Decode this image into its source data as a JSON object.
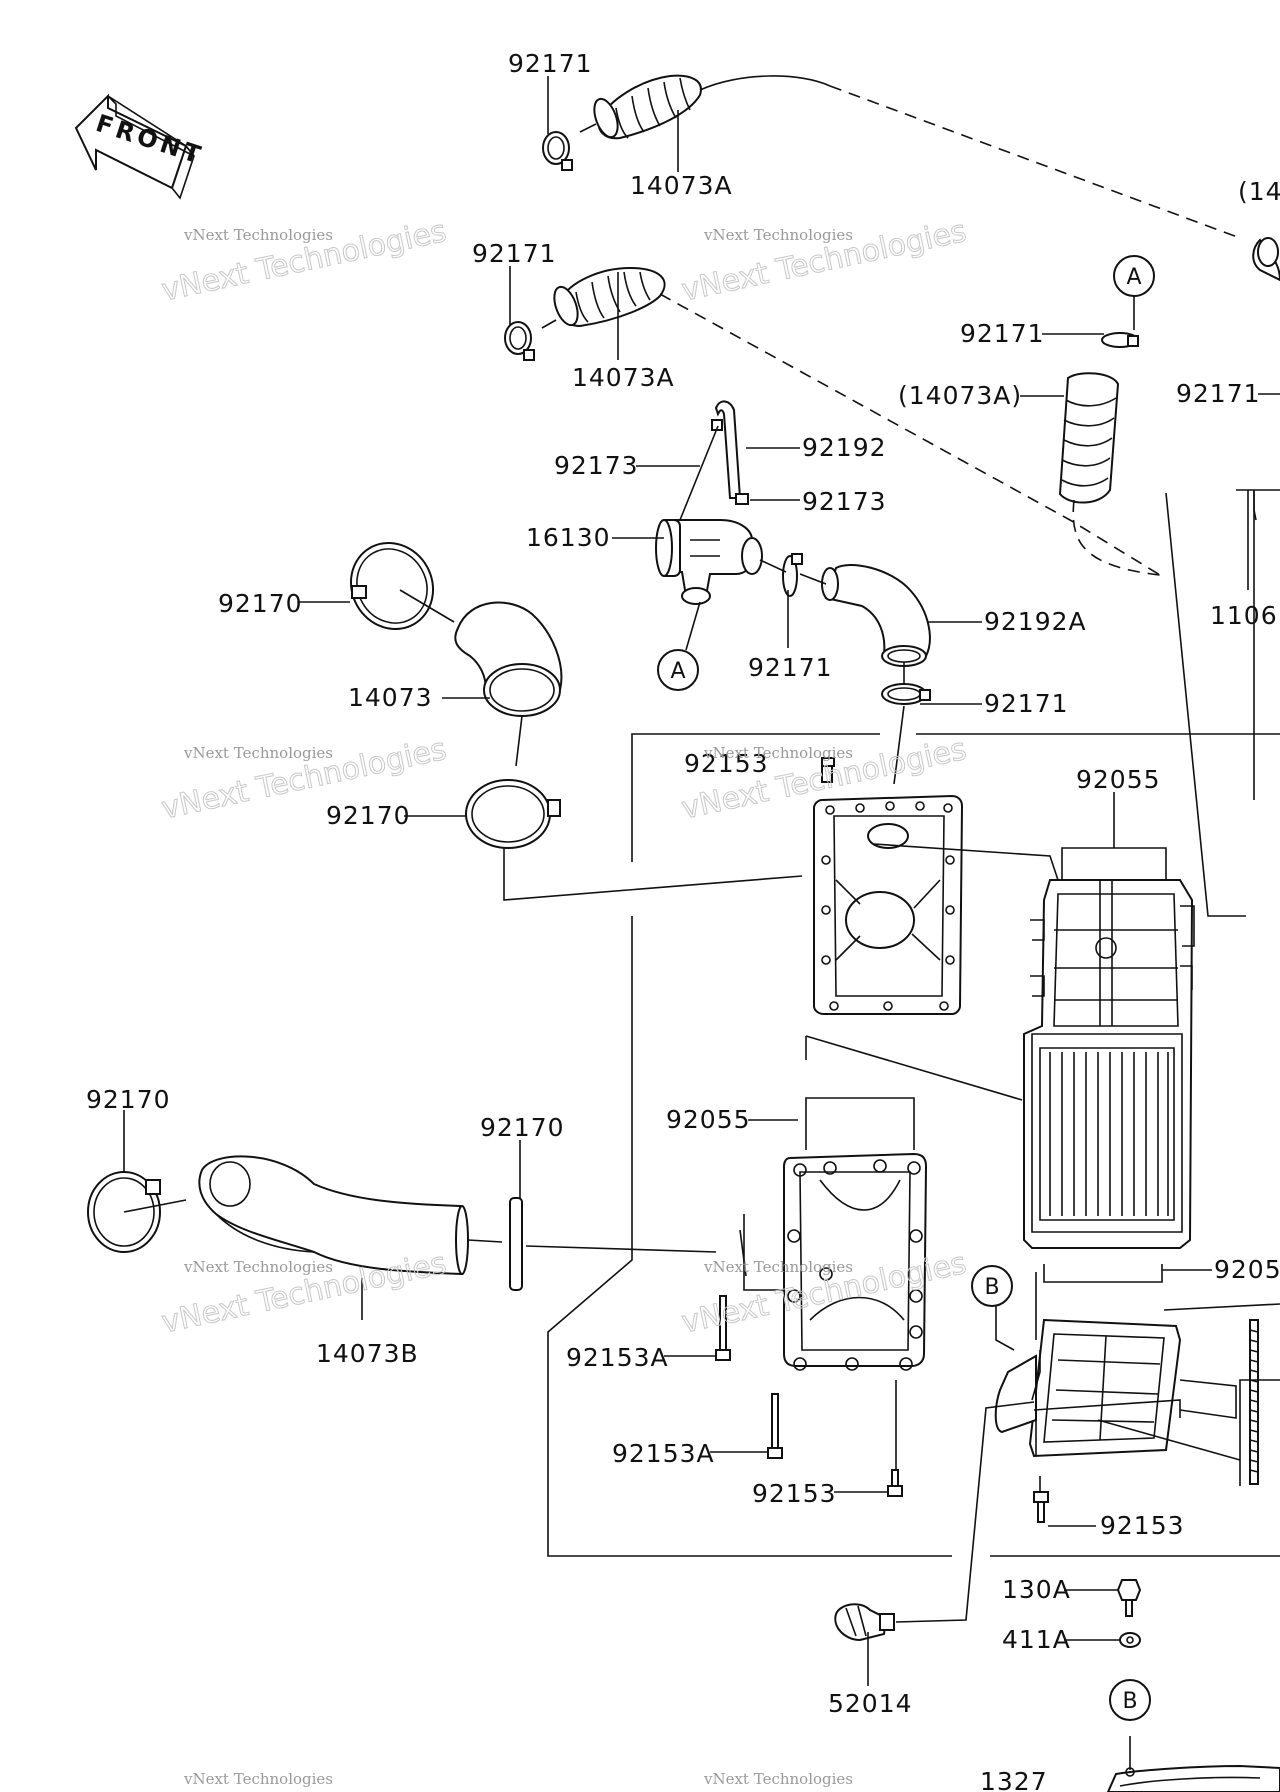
{
  "front_label": "FRONT",
  "callouts": {
    "a1": "A",
    "a2": "A",
    "b1": "B",
    "b2": "B"
  },
  "watermark": {
    "line1": "vNext Technologies",
    "line2": "vNext Technologies"
  },
  "labels": {
    "p92171_a": "92171",
    "p14073A_a": "14073A",
    "p14_cut": "(14",
    "p92171_b": "92171",
    "p14073A_b": "14073A",
    "p92171_c": "92171",
    "p14073A_paren": "(14073A)",
    "p92171_d": "92171",
    "p92192": "92192",
    "p92173_a": "92173",
    "p92173_b": "92173",
    "p16130": "16130",
    "p1106_cut": "1106",
    "p92170_a": "92170",
    "p92192A": "92192A",
    "p14073": "14073",
    "p92171_e": "92171",
    "p92171_f": "92171",
    "p92153_a": "92153",
    "p92055_a": "92055",
    "p92170_b": "92170",
    "p92170_c": "92170",
    "p92170_d": "92170",
    "p92055_b": "92055",
    "p9205_cut": "9205",
    "p14073B": "14073B",
    "p92153A_a": "92153A",
    "p92153A_b": "92153A",
    "p92153_b": "92153",
    "p92153_c": "92153",
    "p130A": "130A",
    "p411A": "411A",
    "p52014": "52014",
    "p1327_cut": "1327"
  }
}
